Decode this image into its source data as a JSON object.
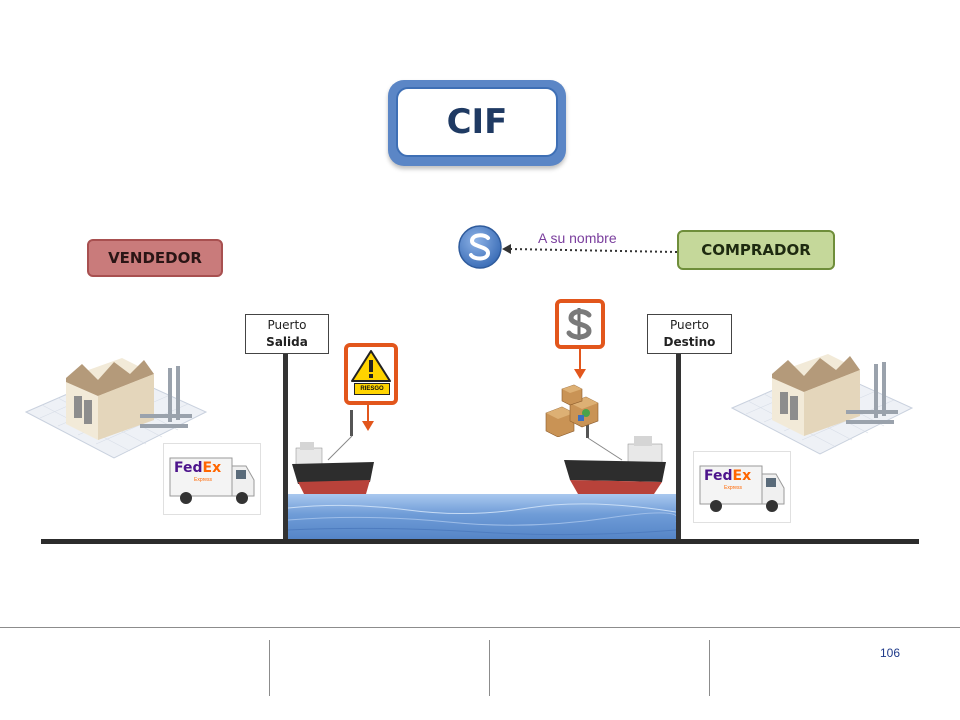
{
  "title": "CIF",
  "vendedor_label": "VENDEDOR",
  "comprador_label": "COMPRADOR",
  "a_su_nombre": "A su nombre",
  "port_left": {
    "line1": "Puerto",
    "line2": "Salida"
  },
  "port_right": {
    "line1": "Puerto",
    "line2": "Destino"
  },
  "risk_label": "RIESGO",
  "truck_brand_fed": "Fed",
  "truck_brand_ex": "Ex",
  "truck_sub": "Express",
  "page_number": "106",
  "icons": [
    "factory-icon",
    "fedex-truck-icon",
    "ship-icon",
    "warning-sign-icon",
    "dollar-sign-icon",
    "boxes-icon",
    "s-insurance-icon"
  ],
  "colors": {
    "title_border": "#3e6fb5",
    "vendedor": "#c97b7b",
    "comprador": "#c5d89a",
    "callout": "#e2561c",
    "arrow": "#e2561c"
  }
}
